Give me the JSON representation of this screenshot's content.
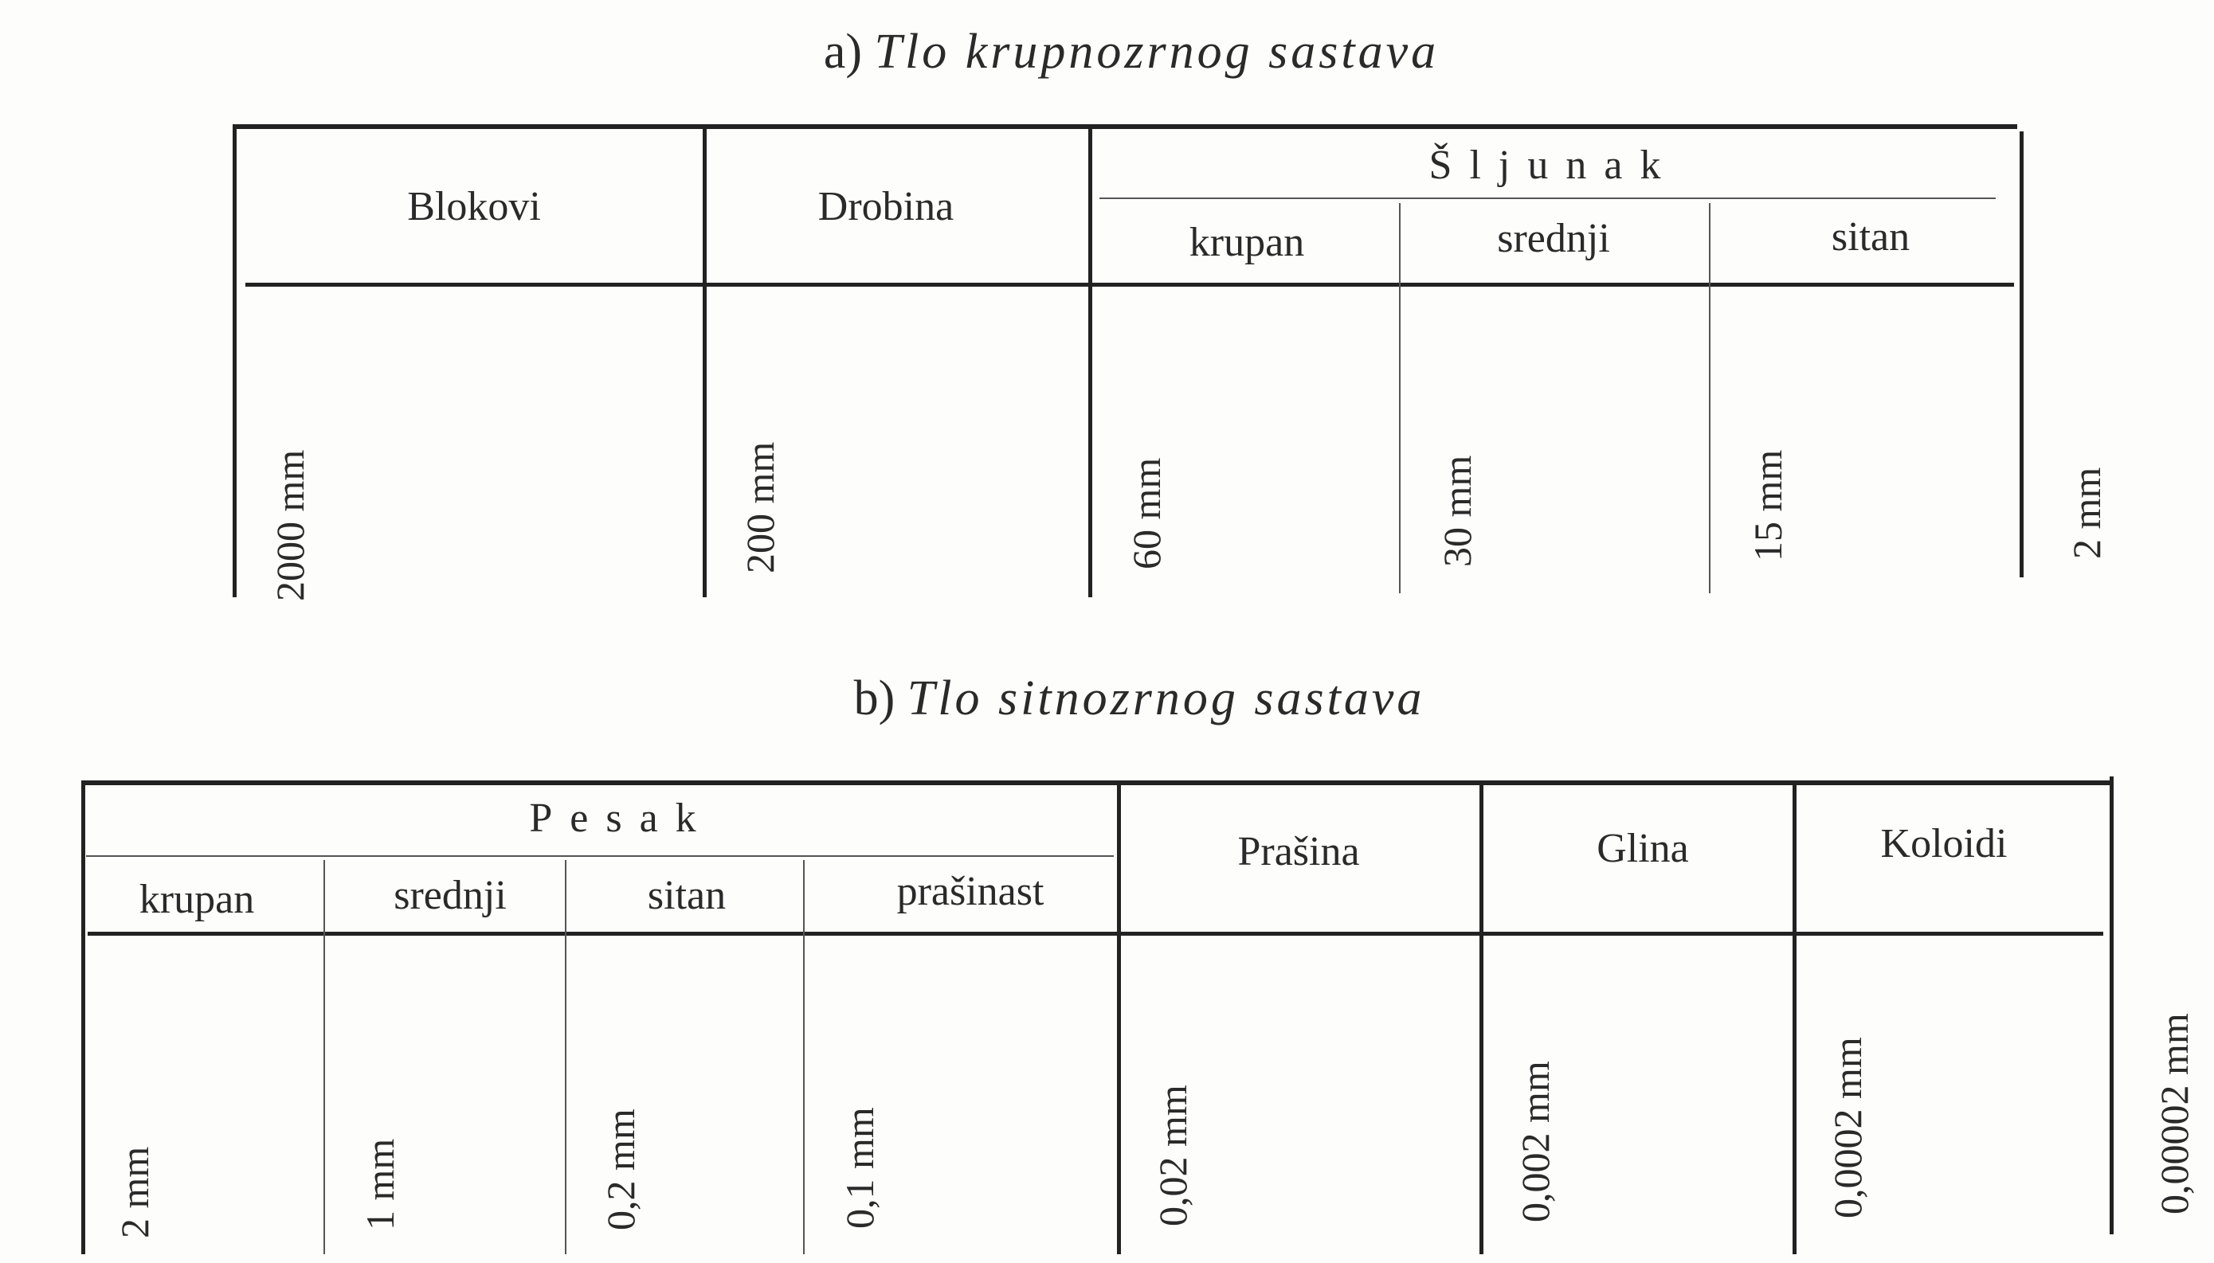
{
  "table_a": {
    "title_prefix": "a)",
    "title": "Tlo krupnozrnog sastava",
    "headers": {
      "blokovi": "Blokovi",
      "drobina": "Drobina",
      "sljunak": "Šljunak",
      "krupan": "krupan",
      "srednji": "srednji",
      "sitan": "sitan"
    },
    "bounds": [
      "2000 mm",
      "200 mm",
      "60 mm",
      "30 mm",
      "15 mm",
      "2 mm"
    ]
  },
  "table_b": {
    "title_prefix": "b)",
    "title": "Tlo sitnozrnog sastava",
    "headers": {
      "pesak": "Pesak",
      "krupan": "krupan",
      "srednji": "srednji",
      "sitan": "sitan",
      "prasinast": "prašinast",
      "prasina": "Prašina",
      "glina": "Glina",
      "koloidi": "Koloidi"
    },
    "bounds": [
      "2 mm",
      "1 mm",
      "0,2 mm",
      "0,1 mm",
      "0,02 mm",
      "0,002 mm",
      "0,0002 mm",
      "0,00002 mm"
    ]
  }
}
